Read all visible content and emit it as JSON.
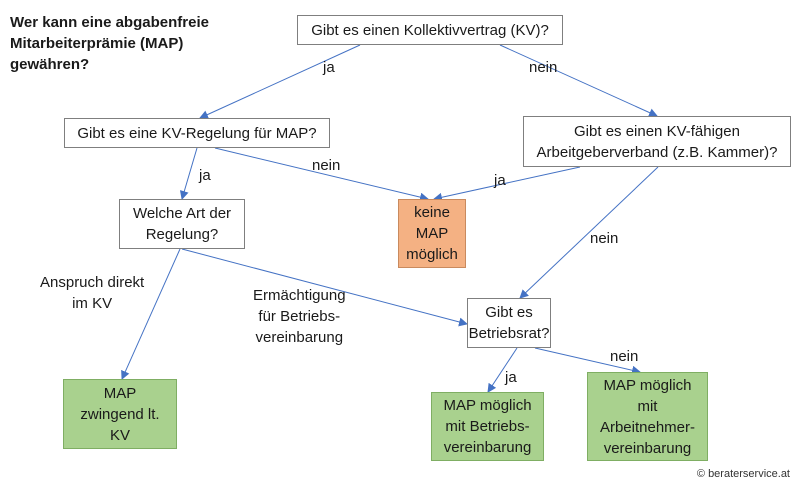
{
  "title": "Wer kann eine  abgabenfreie\nMitarbeiterprämie (MAP)\ngewähren?",
  "colors": {
    "arrow": "#4472c4",
    "orange": "#f4b183",
    "green": "#a9d18e"
  },
  "nodes": {
    "kv": "Gibt es einen Kollektivvertrag (KV)?",
    "kv_regelung": "Gibt es eine KV-Regelung für MAP?",
    "verband": "Gibt es einen KV-fähigen\nArbeitgeberverband (z.B. Kammer)?",
    "art": "Welche Art der\nRegelung?",
    "keine_map": "keine\nMAP\nmöglich",
    "betriebsrat": "Gibt es\nBetriebsrat?",
    "zwingend": "MAP\nzwingend lt.\nKV",
    "betriebsvereinbarung": "MAP möglich\nmit Betriebs-\nvereinbarung",
    "arbeitnehmer": "MAP möglich\nmit\nArbeitnehmer-\nvereinbarung"
  },
  "edge_labels": {
    "ja": "ja",
    "nein": "nein",
    "anspruch": "Anspruch direkt\nim KV",
    "ermaechtigung": "Ermächtigung\nfür Betriebs-\nvereinbarung"
  },
  "copyright": "© beraterservice.at"
}
